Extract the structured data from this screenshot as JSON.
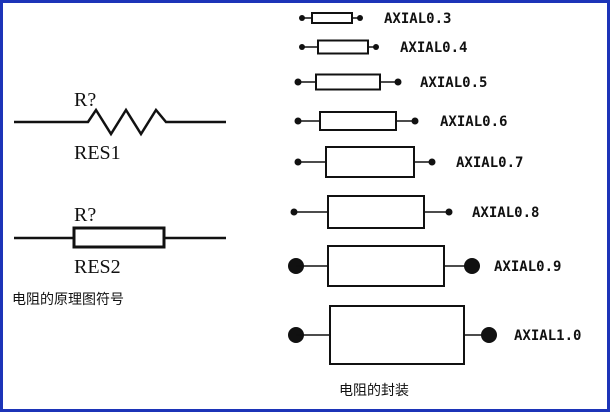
{
  "schematic": {
    "resistor_zigzag": {
      "designator": "R?",
      "name": "RES1"
    },
    "resistor_box": {
      "designator": "R?",
      "name": "RES2"
    },
    "caption": "电阻的原理图符号"
  },
  "footprints": {
    "caption": "电阻的封装",
    "items": [
      {
        "label": "AXIAL0.3"
      },
      {
        "label": "AXIAL0.4"
      },
      {
        "label": "AXIAL0.5"
      },
      {
        "label": "AXIAL0.6"
      },
      {
        "label": "AXIAL0.7"
      },
      {
        "label": "AXIAL0.8"
      },
      {
        "label": "AXIAL0.9"
      },
      {
        "label": "AXIAL1.0"
      }
    ]
  },
  "colors": {
    "border": "#1c34b8",
    "ink": "#111111"
  }
}
